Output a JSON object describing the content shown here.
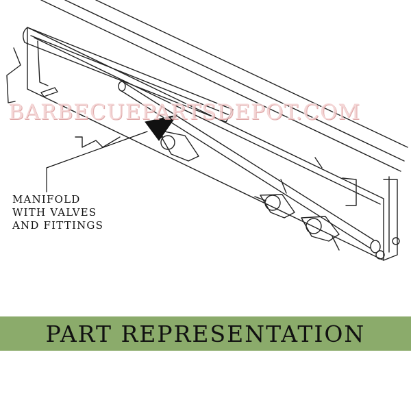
{
  "watermark": {
    "text": "BARBECUEPARTSDEPOT.COM"
  },
  "callout": {
    "lines": [
      "MANIFOLD",
      "WITH VALVES",
      "AND FITTINGS"
    ]
  },
  "banner": {
    "text": "PART REPRESENTATION",
    "color": "#8bab6b"
  }
}
